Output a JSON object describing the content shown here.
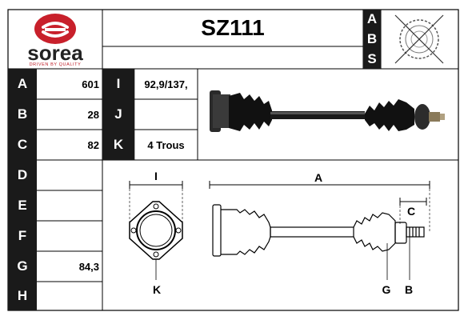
{
  "brand": {
    "name": "sorea",
    "tagline": "DRIVEN BY QUALITY",
    "red": "#c8202b"
  },
  "part_number": "SZ111",
  "abs_letters": [
    "A",
    "B",
    "S"
  ],
  "specs_left": [
    {
      "label": "A",
      "value": "601"
    },
    {
      "label": "B",
      "value": "28"
    },
    {
      "label": "C",
      "value": "82"
    },
    {
      "label": "D",
      "value": ""
    },
    {
      "label": "E",
      "value": ""
    },
    {
      "label": "F",
      "value": ""
    },
    {
      "label": "G",
      "value": "84,3"
    },
    {
      "label": "H",
      "value": ""
    }
  ],
  "specs_mid": [
    {
      "label": "I",
      "value": "92,9/137,"
    },
    {
      "label": "J",
      "value": ""
    },
    {
      "label": "K",
      "value": "4 Trous"
    }
  ],
  "diagram_labels": {
    "I": "I",
    "K": "K",
    "A": "A",
    "C": "C",
    "G": "G",
    "B": "B"
  }
}
